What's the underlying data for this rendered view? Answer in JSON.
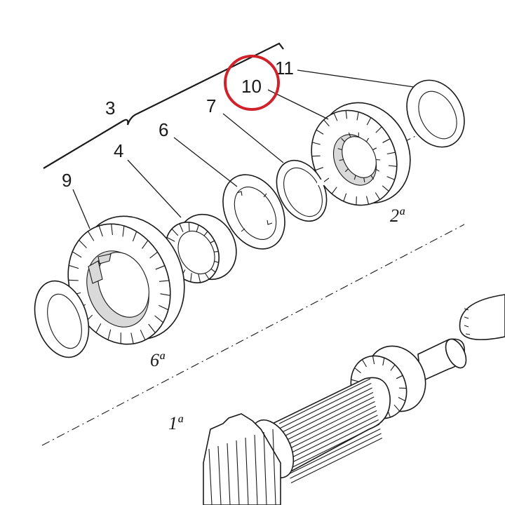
{
  "callouts": {
    "item_3": "3",
    "item_4": "4",
    "item_6": "6",
    "item_7": "7",
    "item_9": "9",
    "item_10": "10",
    "item_11": "11"
  },
  "gear_labels": {
    "second": "2ª",
    "sixth": "6ª",
    "first": "1ª"
  },
  "highlight": {
    "target": "10",
    "color": "#d0222b"
  },
  "colors": {
    "line": "#1a1a1a",
    "shade": "#d9d9d9",
    "background": "#ffffff"
  }
}
